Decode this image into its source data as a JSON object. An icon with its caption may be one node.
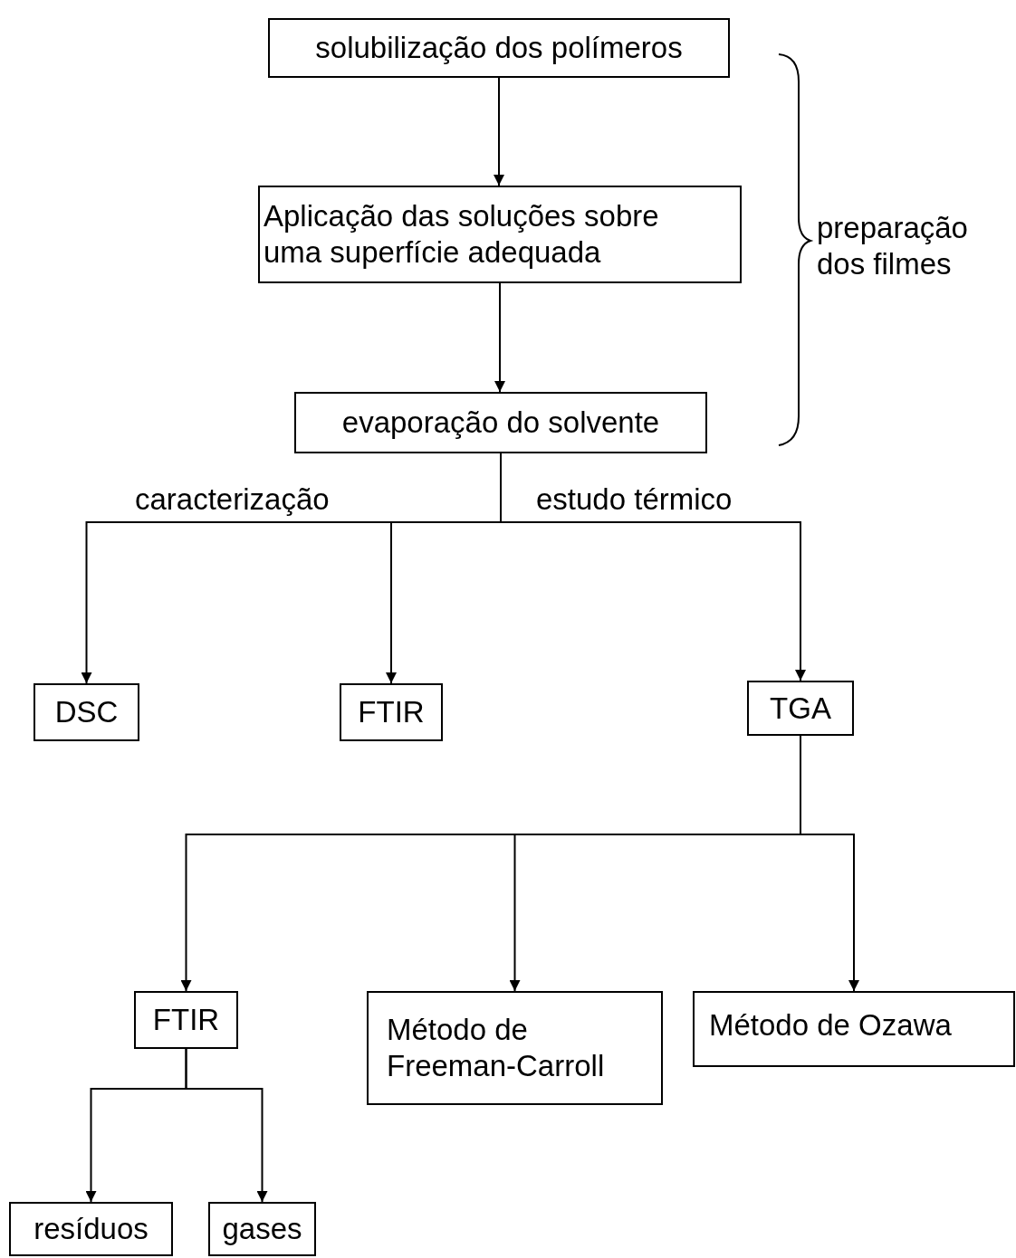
{
  "diagram": {
    "nodes": [
      {
        "text": [
          "solubilização dos polímeros"
        ]
      },
      {
        "text": [
          "Aplicação das soluções sobre uma superfície adequada"
        ]
      },
      {
        "text": [
          "evaporação do solvente"
        ]
      },
      {
        "text": [
          "DSC"
        ]
      },
      {
        "text": [
          "FTIR"
        ]
      },
      {
        "text": [
          "TGA"
        ]
      },
      {
        "text": [
          "FTIR"
        ]
      },
      {
        "text": [
          "Método de Freeman-Carroll"
        ]
      },
      {
        "text": [
          "Método de Ozawa"
        ]
      },
      {
        "text": [
          "resíduos"
        ]
      },
      {
        "text": [
          "gases"
        ]
      }
    ],
    "edges": [
      {
        "from": 0,
        "to": 1,
        "arrow": "to"
      },
      {
        "from": 1,
        "to": 2,
        "arrow": "to"
      },
      {
        "from": 2,
        "to": 3,
        "arrow": "to"
      },
      {
        "from": 2,
        "to": 4,
        "arrow": "to"
      },
      {
        "from": 2,
        "to": 5,
        "arrow": "to"
      },
      {
        "from": 5,
        "to": 6,
        "arrow": "to"
      },
      {
        "from": 5,
        "to": 7,
        "arrow": "to"
      },
      {
        "from": 5,
        "to": 8,
        "arrow": "to"
      },
      {
        "from": 6,
        "to": 9,
        "arrow": "to"
      },
      {
        "from": 6,
        "to": 10,
        "arrow": "to"
      }
    ],
    "labels": [
      "caracterização",
      "estudo térmico",
      "preparação dos filmes"
    ]
  }
}
